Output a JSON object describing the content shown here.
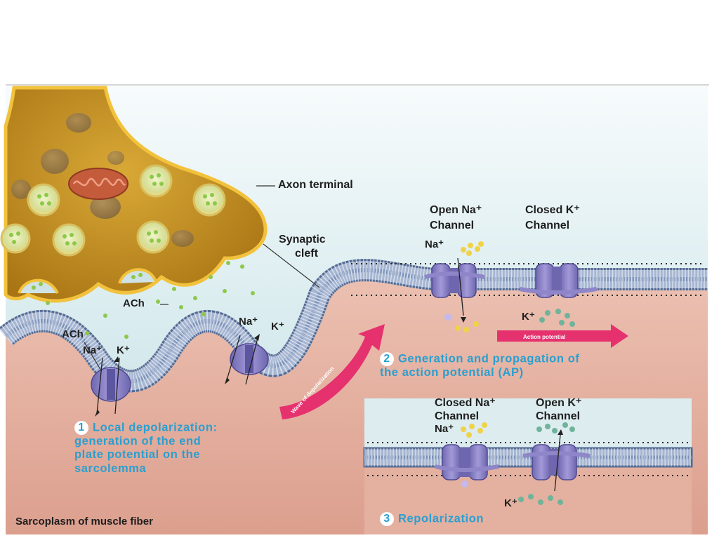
{
  "labels": {
    "axon_terminal": "Axon terminal",
    "synaptic_cleft_1": "Synaptic",
    "synaptic_cleft_2": "cleft",
    "ach_cleft": "ACh",
    "ach_receptor": "ACh",
    "na_1": "Na⁺",
    "k_1": "K⁺",
    "na_2": "Na⁺",
    "k_2": "K⁺",
    "open_na_1": "Open Na⁺",
    "open_na_2": "Channel",
    "closed_k_1": "Closed K⁺",
    "closed_k_2": "Channel",
    "na_3": "Na⁺",
    "k_3": "K⁺",
    "closed_na_1": "Closed Na⁺",
    "closed_na_2": "Channel",
    "open_k_1": "Open K⁺",
    "open_k_2": "Channel",
    "na_4": "Na⁺",
    "k_4": "K⁺",
    "sarcoplasm": "Sarcoplasm of muscle fiber",
    "wave_of_depolarization": "Wave of depolarization",
    "action_potential": "Action potential"
  },
  "steps": [
    {
      "number": "1",
      "lines": [
        "Local depolarization:",
        "generation of the end",
        "plate potential on the",
        "sarcolemma"
      ]
    },
    {
      "number": "2",
      "lines": [
        "Generation and propagation of",
        "the action potential (AP)"
      ]
    },
    {
      "number": "3",
      "lines": [
        "Repolarization"
      ]
    }
  ],
  "colors": {
    "axon": "#c9961f",
    "axon_edge": "#f2c23c",
    "vesicle": "#b8d36a",
    "membrane": "#7f95b8",
    "channel": "#8e86c8",
    "sarcoplasm": "#e3aa9c",
    "caption": "#2a9fd0",
    "arrow": "#e6316f"
  }
}
